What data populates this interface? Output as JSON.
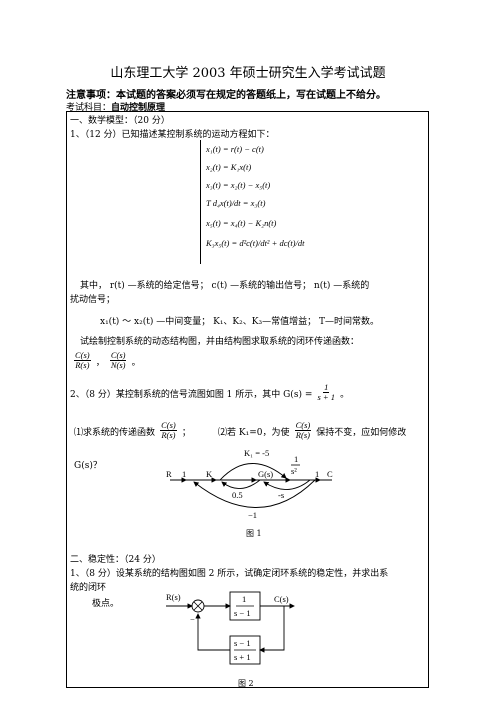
{
  "header": {
    "title": "山东理工大学 2003 年硕士研究生入学考试试题",
    "notice": "注意事项：本试题的答案必须写在规定的答题纸上，写在试题上不给分。",
    "subject_label": "考试科目：",
    "subject_value": "自动控制原理"
  },
  "section1": {
    "heading": "一、数学模型：（20 分）",
    "q1_intro": "1、（12 分）已知描述某控制系统的运动方程如下：",
    "equations": [
      "x₁(t) = r(t) − c(t)",
      "x₂(t) = K₁x(t)",
      "x₃(t) = x₂(t) − x₅(t)",
      "T d₄x(t)/dt = x₃(t)",
      "x₅(t) = x₄(t) − K₂n(t)",
      "K₃x₅(t) = d²c(t)/dt² + dc(t)/dt"
    ],
    "defs_line1": "其中，  r(t) —系统的给定信号；      c(t) —系统的输出信号；      n(t) —系统的",
    "defs_line2": "扰动信号；",
    "defs_line3": "x₁(t) ～ x₂(t) —中间变量；     K₁、K₂、K₃—常值增益；     T—时间常数。",
    "task_line": "试绘制控制系统的动态结构图，并由结构图求取系统的闭环传递函数：",
    "tf1_num": "C(s)",
    "tf1_den": "R(s)",
    "tf2_num": "C(s)",
    "tf2_den": "N(s)",
    "tf_sep": "，",
    "tf_end": "。",
    "q2_text": "2、（8 分）某控制系统的信号流图如图 1 所示，其中 G(s) =",
    "q2_g_num": "1",
    "q2_g_den": "s + 1",
    "q2_end": "。",
    "q2_part1": "⑴求系统的传递函数",
    "q2_part1_num": "C(s)",
    "q2_part1_den": "R(s)",
    "q2_part1_end": "；",
    "q2_part2": "⑵若  K₁=0，为使",
    "q2_part2_num": "C(s)",
    "q2_part2_den": "R(s)",
    "q2_part2_end": "保持不变，应如何修改",
    "q2_gs": "G(s)？",
    "figure1": {
      "labels": {
        "R": "R",
        "one_a": "1",
        "K": "K",
        "Gs": "G(s)",
        "inv_s2_num": "1",
        "inv_s2_den": "s²",
        "one_b": "1",
        "C": "C",
        "K1": "K₁ = -5",
        "half": "0.5",
        "neg_s": "-s",
        "neg_one": "−1"
      },
      "caption": "图 1"
    }
  },
  "section2": {
    "heading": "二、稳定性：（24 分）",
    "q1_line1": "1、（8 分）设某系统的结构图如图 2 所示，试确定闭环系统的稳定性，并求出系",
    "q1_line2": "统的闭环",
    "q1_line3": "极点。",
    "figure2": {
      "Rs": "R(s)",
      "Cs": "C(s)",
      "minus": "−",
      "fwd_num": "1",
      "fwd_den": "s − 1",
      "fb_num": "s − 1",
      "fb_den": "s + 1",
      "caption": "图 2"
    }
  }
}
